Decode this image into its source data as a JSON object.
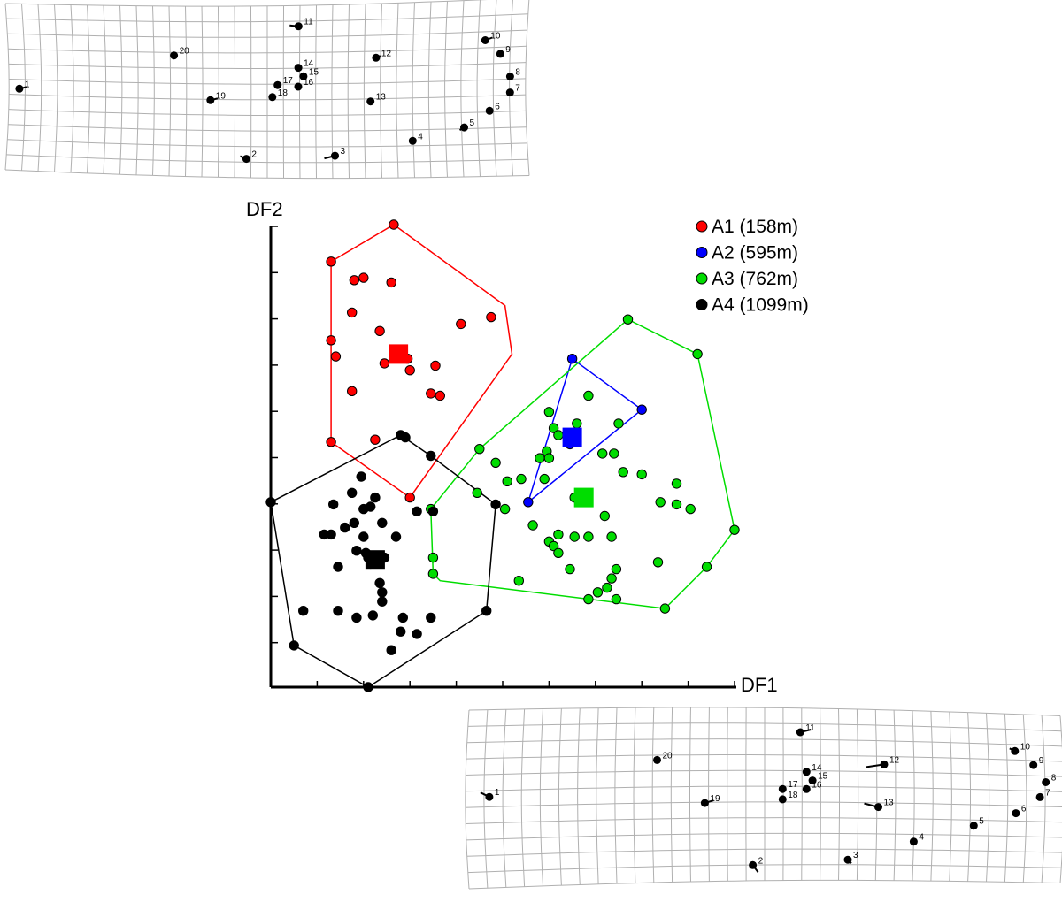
{
  "chart_data": [
    {
      "type": "scatter",
      "xlabel": "DF1",
      "ylabel": "DF2",
      "grid": false,
      "legend_position": "top-right",
      "xlim": [
        0,
        10
      ],
      "ylim": [
        0,
        10
      ],
      "tick_labels": "none",
      "series": [
        {
          "name": "A1 (158m)",
          "color": "#ff0000",
          "centroid": [
            2.75,
            7.2
          ],
          "hull": [
            [
              2.65,
              10.0
            ],
            [
              5.05,
              8.25
            ],
            [
              5.2,
              7.2
            ],
            [
              3.0,
              4.1
            ],
            [
              1.3,
              5.3
            ],
            [
              1.3,
              9.2
            ]
          ],
          "points": [
            [
              2.65,
              10.0
            ],
            [
              1.3,
              9.2
            ],
            [
              1.8,
              8.8
            ],
            [
              2.0,
              8.85
            ],
            [
              2.6,
              8.75
            ],
            [
              1.75,
              8.1
            ],
            [
              4.75,
              8.0
            ],
            [
              4.1,
              7.85
            ],
            [
              1.3,
              7.5
            ],
            [
              2.35,
              7.7
            ],
            [
              1.4,
              7.15
            ],
            [
              2.45,
              7.0
            ],
            [
              2.95,
              7.1
            ],
            [
              3.0,
              6.85
            ],
            [
              3.55,
              6.95
            ],
            [
              1.75,
              6.4
            ],
            [
              3.45,
              6.35
            ],
            [
              3.65,
              6.3
            ],
            [
              2.25,
              5.35
            ],
            [
              1.3,
              5.3
            ],
            [
              3.0,
              4.1
            ]
          ]
        },
        {
          "name": "A2 (595m)",
          "color": "#0000ff",
          "centroid": [
            6.5,
            5.4
          ],
          "hull": [
            [
              6.5,
              7.1
            ],
            [
              8.0,
              6.0
            ],
            [
              5.55,
              4.0
            ]
          ],
          "points": [
            [
              6.5,
              7.1
            ],
            [
              8.0,
              6.0
            ],
            [
              5.55,
              4.0
            ],
            [
              6.45,
              5.25
            ]
          ]
        },
        {
          "name": "A3 (762m)",
          "color": "#00dd00",
          "centroid": [
            6.75,
            4.1
          ],
          "hull": [
            [
              7.7,
              7.95
            ],
            [
              9.2,
              7.2
            ],
            [
              10.0,
              3.4
            ],
            [
              9.4,
              2.6
            ],
            [
              8.5,
              1.7
            ],
            [
              3.65,
              2.3
            ],
            [
              3.5,
              2.45
            ],
            [
              3.45,
              3.85
            ],
            [
              4.5,
              5.15
            ]
          ],
          "points": [
            [
              7.7,
              7.95
            ],
            [
              9.2,
              7.2
            ],
            [
              6.85,
              6.3
            ],
            [
              6.0,
              5.95
            ],
            [
              6.1,
              5.6
            ],
            [
              7.5,
              5.7
            ],
            [
              6.6,
              5.7
            ],
            [
              6.2,
              5.45
            ],
            [
              5.95,
              5.1
            ],
            [
              4.5,
              5.15
            ],
            [
              7.15,
              5.05
            ],
            [
              7.4,
              5.05
            ],
            [
              6.0,
              4.95
            ],
            [
              5.8,
              4.95
            ],
            [
              4.85,
              4.85
            ],
            [
              7.6,
              4.65
            ],
            [
              8.0,
              4.6
            ],
            [
              5.4,
              4.5
            ],
            [
              5.9,
              4.5
            ],
            [
              5.1,
              4.45
            ],
            [
              4.45,
              4.2
            ],
            [
              8.75,
              4.4
            ],
            [
              6.55,
              4.1
            ],
            [
              8.4,
              4.0
            ],
            [
              8.75,
              3.95
            ],
            [
              5.05,
              3.85
            ],
            [
              9.05,
              3.85
            ],
            [
              3.45,
              3.85
            ],
            [
              7.2,
              3.7
            ],
            [
              5.65,
              3.5
            ],
            [
              6.2,
              3.3
            ],
            [
              6.55,
              3.25
            ],
            [
              6.85,
              3.25
            ],
            [
              7.35,
              3.25
            ],
            [
              6.0,
              3.15
            ],
            [
              10.0,
              3.4
            ],
            [
              6.1,
              3.05
            ],
            [
              6.2,
              2.9
            ],
            [
              3.5,
              2.8
            ],
            [
              6.45,
              2.55
            ],
            [
              8.35,
              2.7
            ],
            [
              7.45,
              2.55
            ],
            [
              7.35,
              2.35
            ],
            [
              9.4,
              2.6
            ],
            [
              3.5,
              2.45
            ],
            [
              7.25,
              2.15
            ],
            [
              5.35,
              2.3
            ],
            [
              7.05,
              2.05
            ],
            [
              6.85,
              1.9
            ],
            [
              7.45,
              1.9
            ],
            [
              8.5,
              1.7
            ]
          ]
        },
        {
          "name": "A4 (1099m)",
          "color": "#000000",
          "centroid": [
            2.25,
            2.75
          ],
          "hull": [
            [
              2.8,
              5.45
            ],
            [
              3.45,
              5.0
            ],
            [
              4.85,
              3.95
            ],
            [
              4.65,
              1.65
            ],
            [
              2.1,
              0.0
            ],
            [
              0.5,
              0.9
            ],
            [
              0.0,
              4.0
            ]
          ],
          "points": [
            [
              2.8,
              5.45
            ],
            [
              2.9,
              5.4
            ],
            [
              3.45,
              5.0
            ],
            [
              1.95,
              4.55
            ],
            [
              1.75,
              4.2
            ],
            [
              2.25,
              4.1
            ],
            [
              1.35,
              3.95
            ],
            [
              4.85,
              3.95
            ],
            [
              2.0,
              3.85
            ],
            [
              2.15,
              3.9
            ],
            [
              0.0,
              4.0
            ],
            [
              3.15,
              3.8
            ],
            [
              3.5,
              3.8
            ],
            [
              1.8,
              3.55
            ],
            [
              2.4,
              3.55
            ],
            [
              1.6,
              3.45
            ],
            [
              1.3,
              3.3
            ],
            [
              1.15,
              3.3
            ],
            [
              2.0,
              3.25
            ],
            [
              2.7,
              3.25
            ],
            [
              1.85,
              2.95
            ],
            [
              2.05,
              2.9
            ],
            [
              2.1,
              2.8
            ],
            [
              2.25,
              2.7
            ],
            [
              2.45,
              2.8
            ],
            [
              2.15,
              2.65
            ],
            [
              1.45,
              2.6
            ],
            [
              2.35,
              2.25
            ],
            [
              2.4,
              2.05
            ],
            [
              2.4,
              1.85
            ],
            [
              1.45,
              1.65
            ],
            [
              0.7,
              1.65
            ],
            [
              1.85,
              1.5
            ],
            [
              2.2,
              1.55
            ],
            [
              2.85,
              1.5
            ],
            [
              3.45,
              1.5
            ],
            [
              4.65,
              1.65
            ],
            [
              2.8,
              1.2
            ],
            [
              3.15,
              1.15
            ],
            [
              0.5,
              0.9
            ],
            [
              2.6,
              0.8
            ],
            [
              2.1,
              0.0
            ]
          ]
        }
      ]
    }
  ],
  "deformation_grids": [
    {
      "position": "top-left",
      "landmark_labels": [
        "1",
        "2",
        "3",
        "4",
        "5",
        "6",
        "7",
        "8",
        "9",
        "10",
        "11",
        "12",
        "13",
        "14",
        "15",
        "16",
        "17",
        "18",
        "19",
        "20"
      ]
    },
    {
      "position": "bottom-right",
      "landmark_labels": [
        "1",
        "2",
        "3",
        "4",
        "5",
        "6",
        "7",
        "8",
        "9",
        "10",
        "11",
        "12",
        "13",
        "14",
        "15",
        "16",
        "17",
        "18",
        "19",
        "20"
      ]
    }
  ]
}
